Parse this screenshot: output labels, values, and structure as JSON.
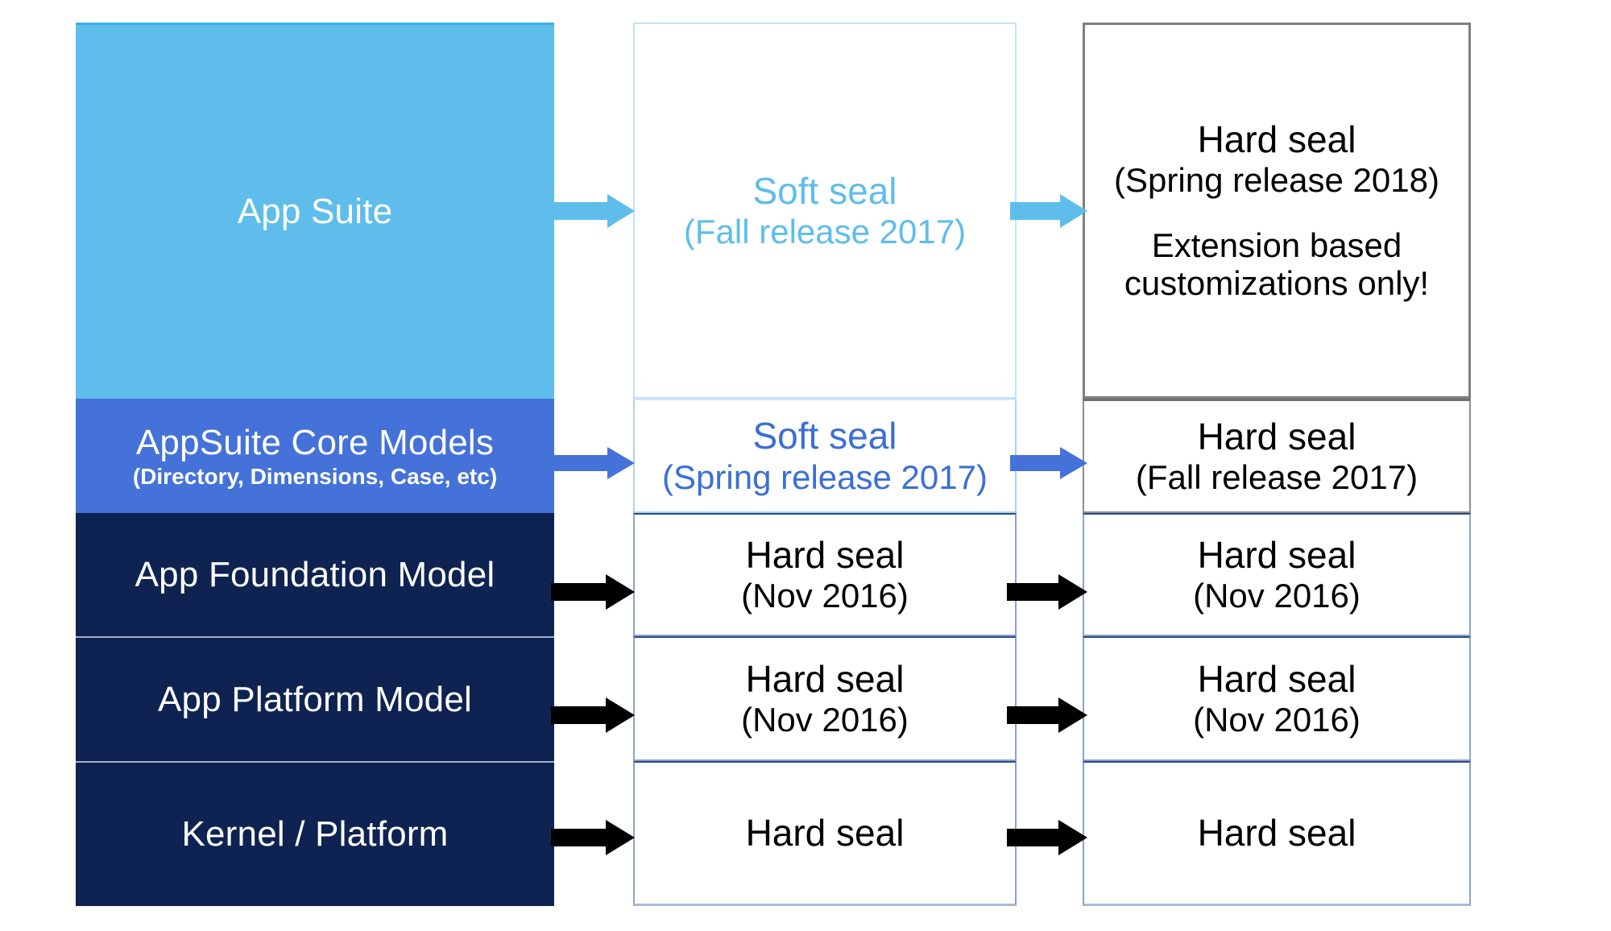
{
  "diagram": {
    "title": "Seal roadmap layering diagram",
    "colors": {
      "app_suite_fill": "#5EBDEB",
      "core_models_fill": "#4472D8",
      "navy_fill": "#0E2351",
      "soft_seal_light_text": "#5EBDEB",
      "soft_seal_blue_text": "#3B6FD4",
      "hard_seal_text": "#000000",
      "arrow_light_blue": "#5EBDEB",
      "arrow_blue": "#4472D8",
      "arrow_black": "#000000"
    },
    "left_column": {
      "name": "layer-stack",
      "rows": [
        {
          "label": "App Suite",
          "sublabel": ""
        },
        {
          "label": "AppSuite Core Models",
          "sublabel": "(Directory, Dimensions, Case, etc)"
        },
        {
          "label": "App Foundation Model",
          "sublabel": ""
        },
        {
          "label": "App Platform Model",
          "sublabel": ""
        },
        {
          "label": "Kernel / Platform",
          "sublabel": ""
        }
      ]
    },
    "middle_column": {
      "name": "current-state",
      "rows": [
        {
          "line1": "Soft seal",
          "line2": "(Fall release 2017)",
          "line3": "",
          "line4": ""
        },
        {
          "line1": "Soft seal",
          "line2": "(Spring release 2017)",
          "line3": "",
          "line4": ""
        },
        {
          "line1": "Hard seal",
          "line2": "(Nov 2016)",
          "line3": "",
          "line4": ""
        },
        {
          "line1": "Hard seal",
          "line2": "(Nov 2016)",
          "line3": "",
          "line4": ""
        },
        {
          "line1": "Hard seal",
          "line2": "",
          "line3": "",
          "line4": ""
        }
      ]
    },
    "right_column": {
      "name": "future-state",
      "rows": [
        {
          "line1": "Hard seal",
          "line2": "(Spring release 2018)",
          "line3": "Extension based",
          "line4": "customizations only!"
        },
        {
          "line1": "Hard seal",
          "line2": "(Fall release 2017)",
          "line3": "",
          "line4": ""
        },
        {
          "line1": "Hard seal",
          "line2": "(Nov 2016)",
          "line3": "",
          "line4": ""
        },
        {
          "line1": "Hard seal",
          "line2": "(Nov 2016)",
          "line3": "",
          "line4": ""
        },
        {
          "line1": "Hard seal",
          "line2": "",
          "line3": "",
          "line4": ""
        }
      ]
    },
    "arrows": [
      {
        "name": "arrow-app-suite-left",
        "color": "#5EBDEB"
      },
      {
        "name": "arrow-app-suite-right",
        "color": "#5EBDEB"
      },
      {
        "name": "arrow-core-left",
        "color": "#4472D8"
      },
      {
        "name": "arrow-core-right",
        "color": "#4472D8"
      },
      {
        "name": "arrow-foundation-left",
        "color": "#000000"
      },
      {
        "name": "arrow-foundation-right",
        "color": "#000000"
      },
      {
        "name": "arrow-platform-left",
        "color": "#000000"
      },
      {
        "name": "arrow-platform-right",
        "color": "#000000"
      },
      {
        "name": "arrow-kernel-left",
        "color": "#000000"
      },
      {
        "name": "arrow-kernel-right",
        "color": "#000000"
      }
    ]
  }
}
